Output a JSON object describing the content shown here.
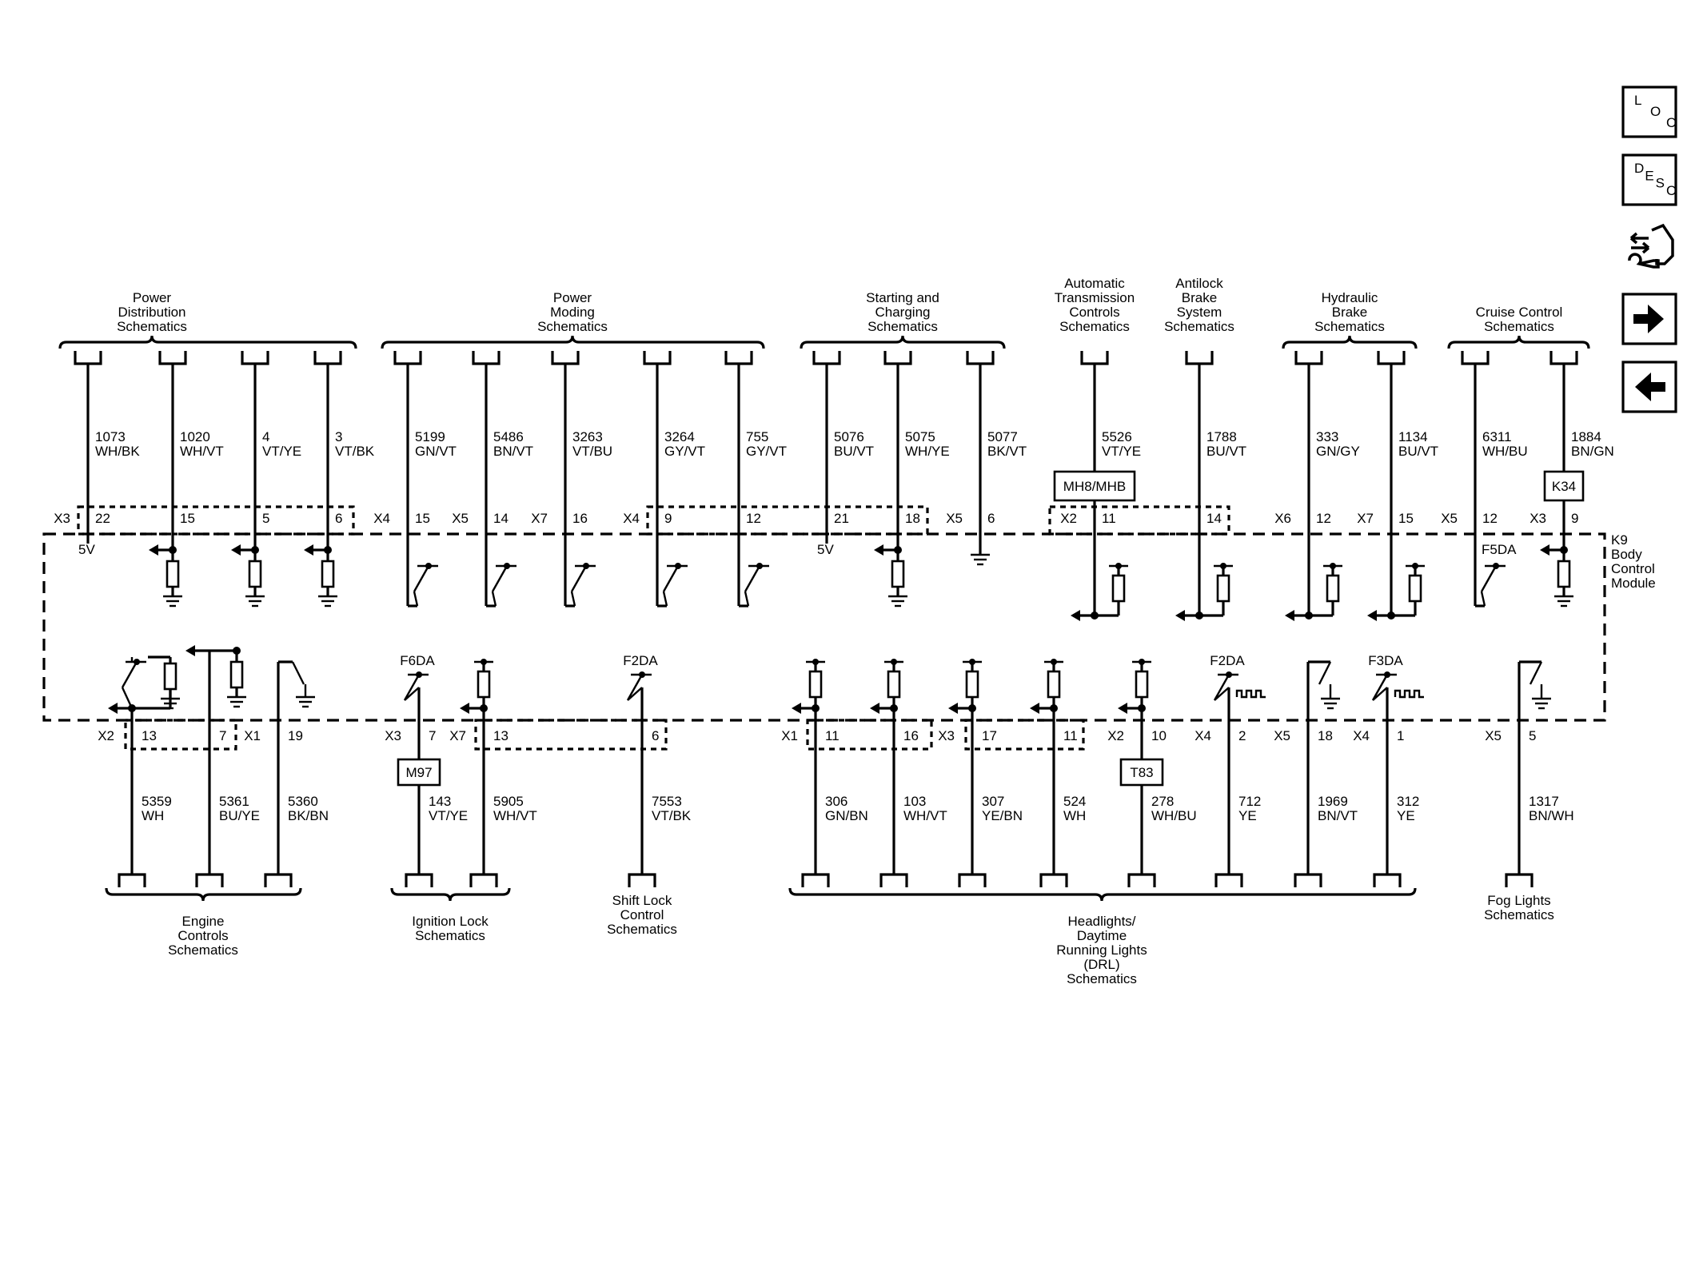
{
  "module": {
    "ref": "K9",
    "label_lines": [
      "K9",
      "Body",
      "Control",
      "Module"
    ]
  },
  "nav_buttons": [
    {
      "id": "loc",
      "kind": "stagger",
      "letters": [
        "L",
        "O",
        "C"
      ]
    },
    {
      "id": "desc",
      "kind": "stagger",
      "letters": [
        "D",
        "E",
        "S",
        "C"
      ]
    },
    {
      "id": "diag",
      "kind": "icon",
      "icon": "diagnostic-connector-wrench-icon"
    },
    {
      "id": "next",
      "kind": "icon",
      "icon": "arrow-right-icon"
    },
    {
      "id": "prev",
      "kind": "icon",
      "icon": "arrow-left-icon"
    }
  ],
  "top_groups": [
    {
      "lines": [
        "Power",
        "Distribution",
        "Schematics"
      ]
    },
    {
      "lines": [
        "Power",
        "Moding",
        "Schematics"
      ]
    },
    {
      "lines": [
        "Starting and",
        "Charging",
        "Schematics"
      ]
    },
    {
      "lines": [
        "Automatic",
        "Transmission",
        "Controls",
        "Schematics"
      ]
    },
    {
      "lines": [
        "Antilock",
        "Brake",
        "System",
        "Schematics"
      ]
    },
    {
      "lines": [
        "Hydraulic",
        "Brake",
        "Schematics"
      ]
    },
    {
      "lines": [
        "Cruise Control",
        "Schematics"
      ]
    }
  ],
  "bottom_groups": [
    {
      "lines": [
        "Engine",
        "Controls",
        "Schematics"
      ]
    },
    {
      "lines": [
        "Ignition Lock",
        "Schematics"
      ]
    },
    {
      "lines": [
        "Shift Lock",
        "Control",
        "Schematics"
      ]
    },
    {
      "lines": [
        "Headlights/",
        "Daytime",
        "Running Lights",
        "(DRL)",
        "Schematics"
      ]
    },
    {
      "lines": [
        "Fog Lights",
        "Schematics"
      ]
    }
  ],
  "components": [
    "MH8/MHB",
    "K34",
    "M97",
    "T83"
  ],
  "top_circuits": [
    {
      "circuit": "1073",
      "color": "WH/BK",
      "connector": "X3",
      "pin": "22",
      "note": "5V"
    },
    {
      "circuit": "1020",
      "color": "WH/VT",
      "connector": "",
      "pin": "15",
      "note": ""
    },
    {
      "circuit": "4",
      "color": "VT/YE",
      "connector": "",
      "pin": "5",
      "note": ""
    },
    {
      "circuit": "3",
      "color": "VT/BK",
      "connector": "",
      "pin": "6",
      "note": ""
    },
    {
      "circuit": "5199",
      "color": "GN/VT",
      "connector": "X4",
      "pin": "15",
      "note": ""
    },
    {
      "circuit": "5486",
      "color": "BN/VT",
      "connector": "X5",
      "pin": "14",
      "note": ""
    },
    {
      "circuit": "3263",
      "color": "VT/BU",
      "connector": "X7",
      "pin": "16",
      "note": ""
    },
    {
      "circuit": "3264",
      "color": "GY/VT",
      "connector": "X4",
      "pin": "9",
      "note": ""
    },
    {
      "circuit": "755",
      "color": "GY/VT",
      "connector": "",
      "pin": "12",
      "note": ""
    },
    {
      "circuit": "5076",
      "color": "BU/VT",
      "connector": "",
      "pin": "21",
      "note": "5V"
    },
    {
      "circuit": "5075",
      "color": "WH/YE",
      "connector": "",
      "pin": "18",
      "note": ""
    },
    {
      "circuit": "5077",
      "color": "BK/VT",
      "connector": "X5",
      "pin": "6",
      "note": ""
    },
    {
      "circuit": "5526",
      "color": "VT/YE",
      "connector": "X2",
      "pin": "11",
      "note": ""
    },
    {
      "circuit": "1788",
      "color": "BU/VT",
      "connector": "",
      "pin": "14",
      "note": ""
    },
    {
      "circuit": "333",
      "color": "GN/GY",
      "connector": "X6",
      "pin": "12",
      "note": ""
    },
    {
      "circuit": "1134",
      "color": "BU/VT",
      "connector": "X7",
      "pin": "15",
      "note": ""
    },
    {
      "circuit": "6311",
      "color": "WH/BU",
      "connector": "X5",
      "pin": "12",
      "note": "F5DA"
    },
    {
      "circuit": "1884",
      "color": "BN/GN",
      "connector": "X3",
      "pin": "9",
      "note": ""
    }
  ],
  "bottom_circuits": [
    {
      "circuit": "5359",
      "color": "WH",
      "connector": "X2",
      "pin": "13",
      "note": ""
    },
    {
      "circuit": "5361",
      "color": "BU/YE",
      "connector": "",
      "pin": "7",
      "note": ""
    },
    {
      "circuit": "5360",
      "color": "BK/BN",
      "connector": "X1",
      "pin": "19",
      "note": ""
    },
    {
      "circuit": "143",
      "color": "VT/YE",
      "connector": "X3",
      "pin": "7",
      "note": "F6DA"
    },
    {
      "circuit": "5905",
      "color": "WH/VT",
      "connector": "X7",
      "pin": "13",
      "note": ""
    },
    {
      "circuit": "7553",
      "color": "VT/BK",
      "connector": "",
      "pin": "6",
      "note": "F2DA"
    },
    {
      "circuit": "306",
      "color": "GN/BN",
      "connector": "X1",
      "pin": "11",
      "note": ""
    },
    {
      "circuit": "103",
      "color": "WH/VT",
      "connector": "",
      "pin": "16",
      "note": ""
    },
    {
      "circuit": "307",
      "color": "YE/BN",
      "connector": "X3",
      "pin": "17",
      "note": ""
    },
    {
      "circuit": "524",
      "color": "WH",
      "connector": "",
      "pin": "11",
      "note": ""
    },
    {
      "circuit": "278",
      "color": "WH/BU",
      "connector": "X2",
      "pin": "10",
      "note": ""
    },
    {
      "circuit": "712",
      "color": "YE",
      "connector": "X4",
      "pin": "2",
      "note": "F2DA"
    },
    {
      "circuit": "1969",
      "color": "BN/VT",
      "connector": "X5",
      "pin": "18",
      "note": ""
    },
    {
      "circuit": "312",
      "color": "YE",
      "connector": "X4",
      "pin": "1",
      "note": "F3DA"
    },
    {
      "circuit": "1317",
      "color": "BN/WH",
      "connector": "X5",
      "pin": "5",
      "note": ""
    }
  ]
}
